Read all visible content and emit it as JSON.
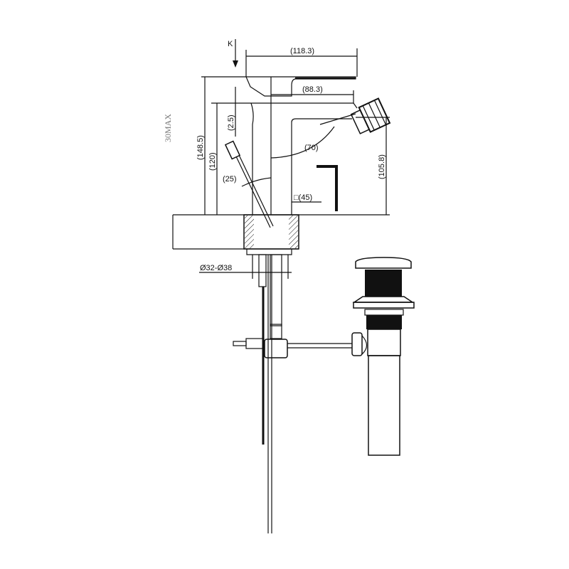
{
  "dimensions": {
    "view_marker": "K",
    "lever_length": "(118.3)",
    "spout_reach": "(88.3)",
    "lever_offset": "(2.5)",
    "total_height": "(148.5)",
    "body_height": "(120)",
    "spout_height": "(105.8)",
    "spout_angle": "(70)",
    "popup_angle": "(25)",
    "body_square": "□(45)",
    "max_deck_thickness": "30MAX",
    "hole_diameter": "Ø32-Ø38"
  }
}
